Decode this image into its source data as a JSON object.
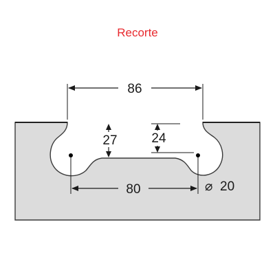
{
  "title": "Recorte",
  "colors": {
    "title": "#e8292e",
    "panel_fill": "#dcdcdc",
    "panel_stroke": "#3a3a3a",
    "dimension_line": "#1a1a1a",
    "hole_center": "#000000"
  },
  "dimensions": {
    "overall_width": "86",
    "outer_depth": "27",
    "inner_depth": "24",
    "hole_spacing": "80",
    "hole_diameter": "20",
    "diameter_symbol": "⌀"
  }
}
